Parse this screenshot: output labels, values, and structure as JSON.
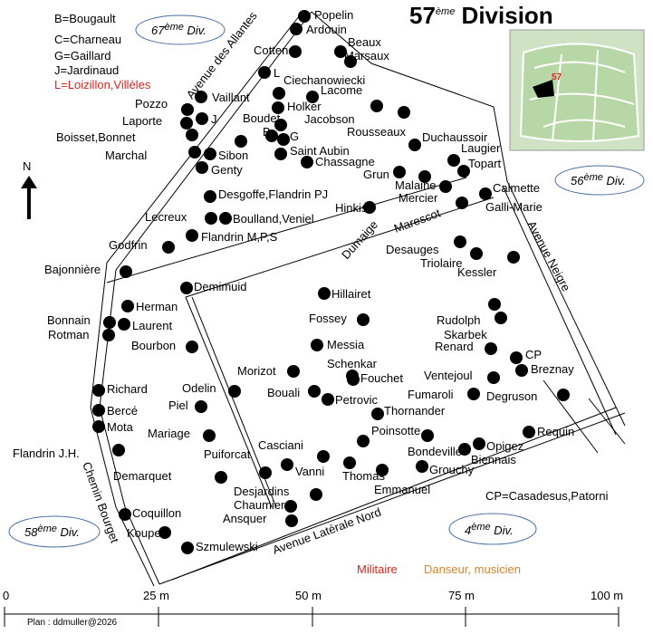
{
  "title": {
    "main": "57",
    "sup": "ème",
    "rest": " Division"
  },
  "legend": [
    {
      "text": "B=Bougault",
      "color": "black"
    },
    {
      "text": "C=Charneau",
      "color": "black"
    },
    {
      "text": "G=Gaillard",
      "color": "black"
    },
    {
      "text": "J=Jardinaud",
      "color": "black"
    },
    {
      "text": "L=Loizillon,Villèles",
      "color": "red"
    }
  ],
  "divisions": [
    {
      "num": "67",
      "sup": "ème",
      "rest": " Div."
    },
    {
      "num": "56",
      "sup": "ème",
      "rest": " Div."
    },
    {
      "num": "58",
      "sup": "ème",
      "rest": " Div."
    },
    {
      "num": "4",
      "sup": "ème",
      "rest": " Div."
    }
  ],
  "inset_label": "57",
  "north": "N",
  "roads": {
    "allantes": "Avenue des Allantes",
    "neigre": "Avenue Neigre",
    "bourget": "Chemin Bourget",
    "laterale": "Avenue Latérale Nord",
    "dumaige": "Dumaige",
    "marescot": "Marescot"
  },
  "graves": [
    {
      "name": "Popelin",
      "color": "black"
    },
    {
      "name": "Ardouin",
      "color": "black"
    },
    {
      "name": "Cottenot",
      "color": "black"
    },
    {
      "name": "Beaux",
      "color": "black"
    },
    {
      "name": "Marsaux",
      "color": "black"
    },
    {
      "name": "L",
      "color": "red"
    },
    {
      "name": "Ciechanowiecki",
      "color": "black"
    },
    {
      "name": "Vaillant",
      "color": "black"
    },
    {
      "name": "Pozzo",
      "color": "black"
    },
    {
      "name": "Lacome",
      "color": "black"
    },
    {
      "name": "Holker",
      "color": "black"
    },
    {
      "name": "Jacobson",
      "color": "black"
    },
    {
      "name": "Laporte",
      "color": "black"
    },
    {
      "name": "J",
      "color": "black"
    },
    {
      "name": "Boudet",
      "color": "black"
    },
    {
      "name": "Rousseaux",
      "color": "black"
    },
    {
      "name": "Boisset,Bonnet",
      "color": "black"
    },
    {
      "name": "B",
      "color": "black"
    },
    {
      "name": "G",
      "color": "black"
    },
    {
      "name": "C",
      "color": "black"
    },
    {
      "name": "Saint Aubin",
      "color": "black"
    },
    {
      "name": "Duchaussoir",
      "color": "black"
    },
    {
      "name": "Marchal",
      "color": "black"
    },
    {
      "name": "Sibon",
      "color": "black"
    },
    {
      "name": "Chassagne",
      "color": "black"
    },
    {
      "name": "Laugier",
      "color": "black"
    },
    {
      "name": "Topart",
      "color": "black"
    },
    {
      "name": "Genty",
      "color": "black"
    },
    {
      "name": "Grun",
      "color": "black"
    },
    {
      "name": "Malaine",
      "color": "black"
    },
    {
      "name": "Desgoffe,Flandrin PJ",
      "color": "black"
    },
    {
      "name": "Mercier",
      "color": "black"
    },
    {
      "name": "Calmette",
      "color": "black"
    },
    {
      "name": "Hinkis",
      "color": "black"
    },
    {
      "name": "Galli-Marie",
      "color": "black"
    },
    {
      "name": "Lecreux",
      "color": "black"
    },
    {
      "name": "Boulland,Veniel",
      "color": "black"
    },
    {
      "name": "Flandrin M,P,S",
      "color": "black"
    },
    {
      "name": "Godfrin",
      "color": "red"
    },
    {
      "name": "Desauges",
      "color": "black"
    },
    {
      "name": "Triolaire",
      "color": "black"
    },
    {
      "name": "Kessler",
      "color": "black"
    },
    {
      "name": "Bajonnière",
      "color": "black"
    },
    {
      "name": "Demimuid",
      "color": "black"
    },
    {
      "name": "Hillairet",
      "color": "black"
    },
    {
      "name": "Herman",
      "color": "black"
    },
    {
      "name": "Bonnain",
      "color": "black"
    },
    {
      "name": "Laurent",
      "color": "black"
    },
    {
      "name": "Rotman",
      "color": "black"
    },
    {
      "name": "Fossey",
      "color": "black"
    },
    {
      "name": "Rudolph",
      "color": "black"
    },
    {
      "name": "Skarbek",
      "color": "black"
    },
    {
      "name": "Bourbon",
      "color": "black"
    },
    {
      "name": "Messia",
      "color": "orange"
    },
    {
      "name": "Renard",
      "color": "black"
    },
    {
      "name": "CP",
      "color": "black"
    },
    {
      "name": "Breznay",
      "color": "black"
    },
    {
      "name": "Schenkar",
      "color": "black"
    },
    {
      "name": "Morizot",
      "color": "red"
    },
    {
      "name": "Fouchet",
      "color": "black"
    },
    {
      "name": "Ventejoul",
      "color": "black"
    },
    {
      "name": "Richard",
      "color": "black"
    },
    {
      "name": "Odelin",
      "color": "black"
    },
    {
      "name": "Bouali",
      "color": "black"
    },
    {
      "name": "Petrovic",
      "color": "black"
    },
    {
      "name": "Fumaroli",
      "color": "black"
    },
    {
      "name": "Degruson",
      "color": "red"
    },
    {
      "name": "Piel",
      "color": "black"
    },
    {
      "name": "Bercé",
      "color": "black"
    },
    {
      "name": "Thornander",
      "color": "black"
    },
    {
      "name": "Mota",
      "color": "black"
    },
    {
      "name": "Poinsotte",
      "color": "black"
    },
    {
      "name": "Requin",
      "color": "black"
    },
    {
      "name": "Mariage",
      "color": "black"
    },
    {
      "name": "Bondeville",
      "color": "orange"
    },
    {
      "name": "Opigez",
      "color": "black"
    },
    {
      "name": "Casciani",
      "color": "black"
    },
    {
      "name": "Flandrin J.H.",
      "color": "black"
    },
    {
      "name": "Biennais",
      "color": "black"
    },
    {
      "name": "Puiforcat",
      "color": "black"
    },
    {
      "name": "Vanni",
      "color": "black"
    },
    {
      "name": "Grouchy",
      "color": "red"
    },
    {
      "name": "Demarquet",
      "color": "red"
    },
    {
      "name": "Thomas",
      "color": "black"
    },
    {
      "name": "Emmanuel",
      "color": "black"
    },
    {
      "name": "Desjardins",
      "color": "black"
    },
    {
      "name": "Chaumier",
      "color": "black"
    },
    {
      "name": "Ansquer",
      "color": "black"
    },
    {
      "name": "Coquillon",
      "color": "black"
    },
    {
      "name": "Kouper",
      "color": "black"
    },
    {
      "name": "Szmulewski",
      "color": "black"
    }
  ],
  "notes": {
    "cp": "CP=Casadesus,Patorni"
  },
  "category_legend": [
    {
      "text": "Militaire",
      "color": "red"
    },
    {
      "text": "Danseur, musicien",
      "color": "orange"
    }
  ],
  "scale": {
    "ticks": [
      "0",
      "25 m",
      "50 m",
      "75 m",
      "100 m"
    ]
  },
  "credit": "Plan : ddmuller@2026",
  "colors": {
    "red": "#d9261c",
    "orange": "#d9822b",
    "division_ellipse": "#4a6fa5"
  }
}
